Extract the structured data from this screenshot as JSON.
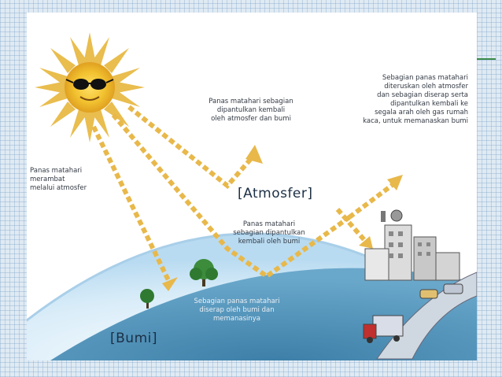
{
  "diagram": {
    "label_sun_path": "Panas matahari\nmerambat\nmelalui atmosfer",
    "label_reflect_top": "Panas matahari sebagian\ndipantulkan kembali\noleh atmosfer dan bumi",
    "label_right": "Sebagian panas matahari\nditeruskan oleh atmosfer\ndan sebagian diserap serta\ndipantulkan kembali ke\nsegala arah oleh gas rumah\nkaca, untuk memanaskan bumi",
    "label_atmosfer": "[Atmosfer]",
    "label_reflect_mid": "Panas matahari\nsebagian dipantulkan\nkembali oleh bumi",
    "label_absorb": "Sebagian panas matahari\ndiserap oleh bumi dan\nmemanasinya",
    "label_bumi": "[Bumi]"
  },
  "colors": {
    "sky": "#ffffff",
    "atmosphere": "#cfe6f6",
    "earth": "#5f9fc4",
    "arrow": "#e8b84a",
    "sun": "#f2c230"
  }
}
